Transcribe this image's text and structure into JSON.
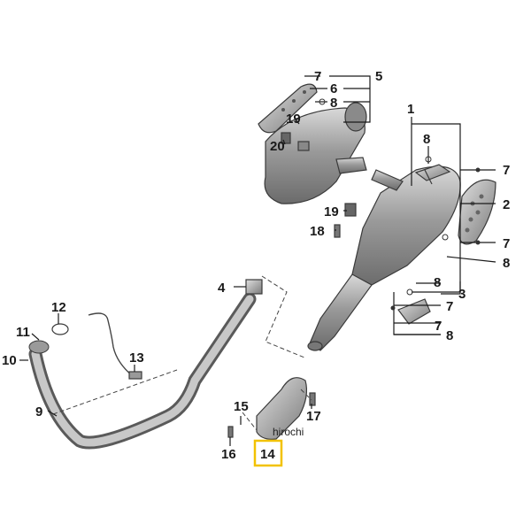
{
  "callouts": {
    "c1": "1",
    "c2": "2",
    "c3": "3",
    "c4": "4",
    "c5": "5",
    "c6": "6",
    "c7a": "7",
    "c7b": "7",
    "c7c": "7",
    "c7d": "7",
    "c7e": "7",
    "c8a": "8",
    "c8b": "8",
    "c8c": "8",
    "c8d": "8",
    "c8e": "8",
    "c9": "9",
    "c10": "10",
    "c11": "11",
    "c12": "12",
    "c13": "13",
    "c14": "14",
    "c15": "15",
    "c16": "16",
    "c17": "17",
    "c18": "18",
    "c19a": "19",
    "c19b": "19",
    "c20": "20"
  },
  "highlight": {
    "label": "14",
    "color": "#f2c200"
  },
  "watermark": "hirochi"
}
